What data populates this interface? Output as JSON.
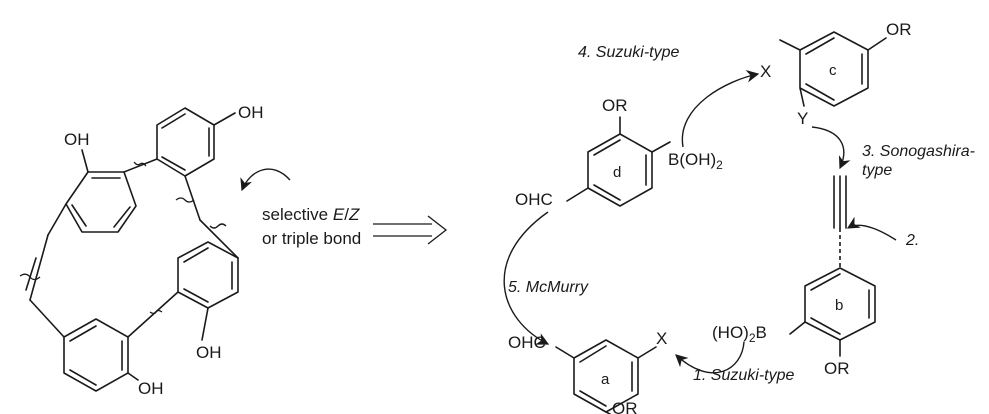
{
  "target": {
    "groups": {
      "oh_top_left": "OH",
      "oh_top_right": "OH",
      "oh_bottom_right": "OH",
      "oh_bottom_left": "OH"
    },
    "annotation": {
      "line1_prefix": "selective ",
      "line1_e": "E",
      "line1_slash": "/",
      "line1_z": "Z",
      "line2": "or triple bond"
    }
  },
  "retrosynthesis_arrow": "⟹",
  "fragments": {
    "a": {
      "ring_label": "a",
      "aldehyde": "OHC",
      "substituent_x": "X",
      "ether": "OR"
    },
    "b": {
      "ring_label": "b",
      "boronic_acid": "(HO)2B",
      "ether": "OR"
    },
    "c": {
      "ring_label": "c",
      "ether": "OR",
      "substituent_x": "X",
      "substituent_y": "Y"
    },
    "d": {
      "ring_label": "d",
      "aldehyde": "OHC",
      "ether": "OR",
      "boronic_acid": "B(OH)2"
    }
  },
  "steps": {
    "s1": "1. Suzuki-type",
    "s2": "2.",
    "s3_line1": "3. Sonogashira-",
    "s3_line2": "type",
    "s4": "4. Suzuki-type",
    "s5": "5. McMurry"
  }
}
